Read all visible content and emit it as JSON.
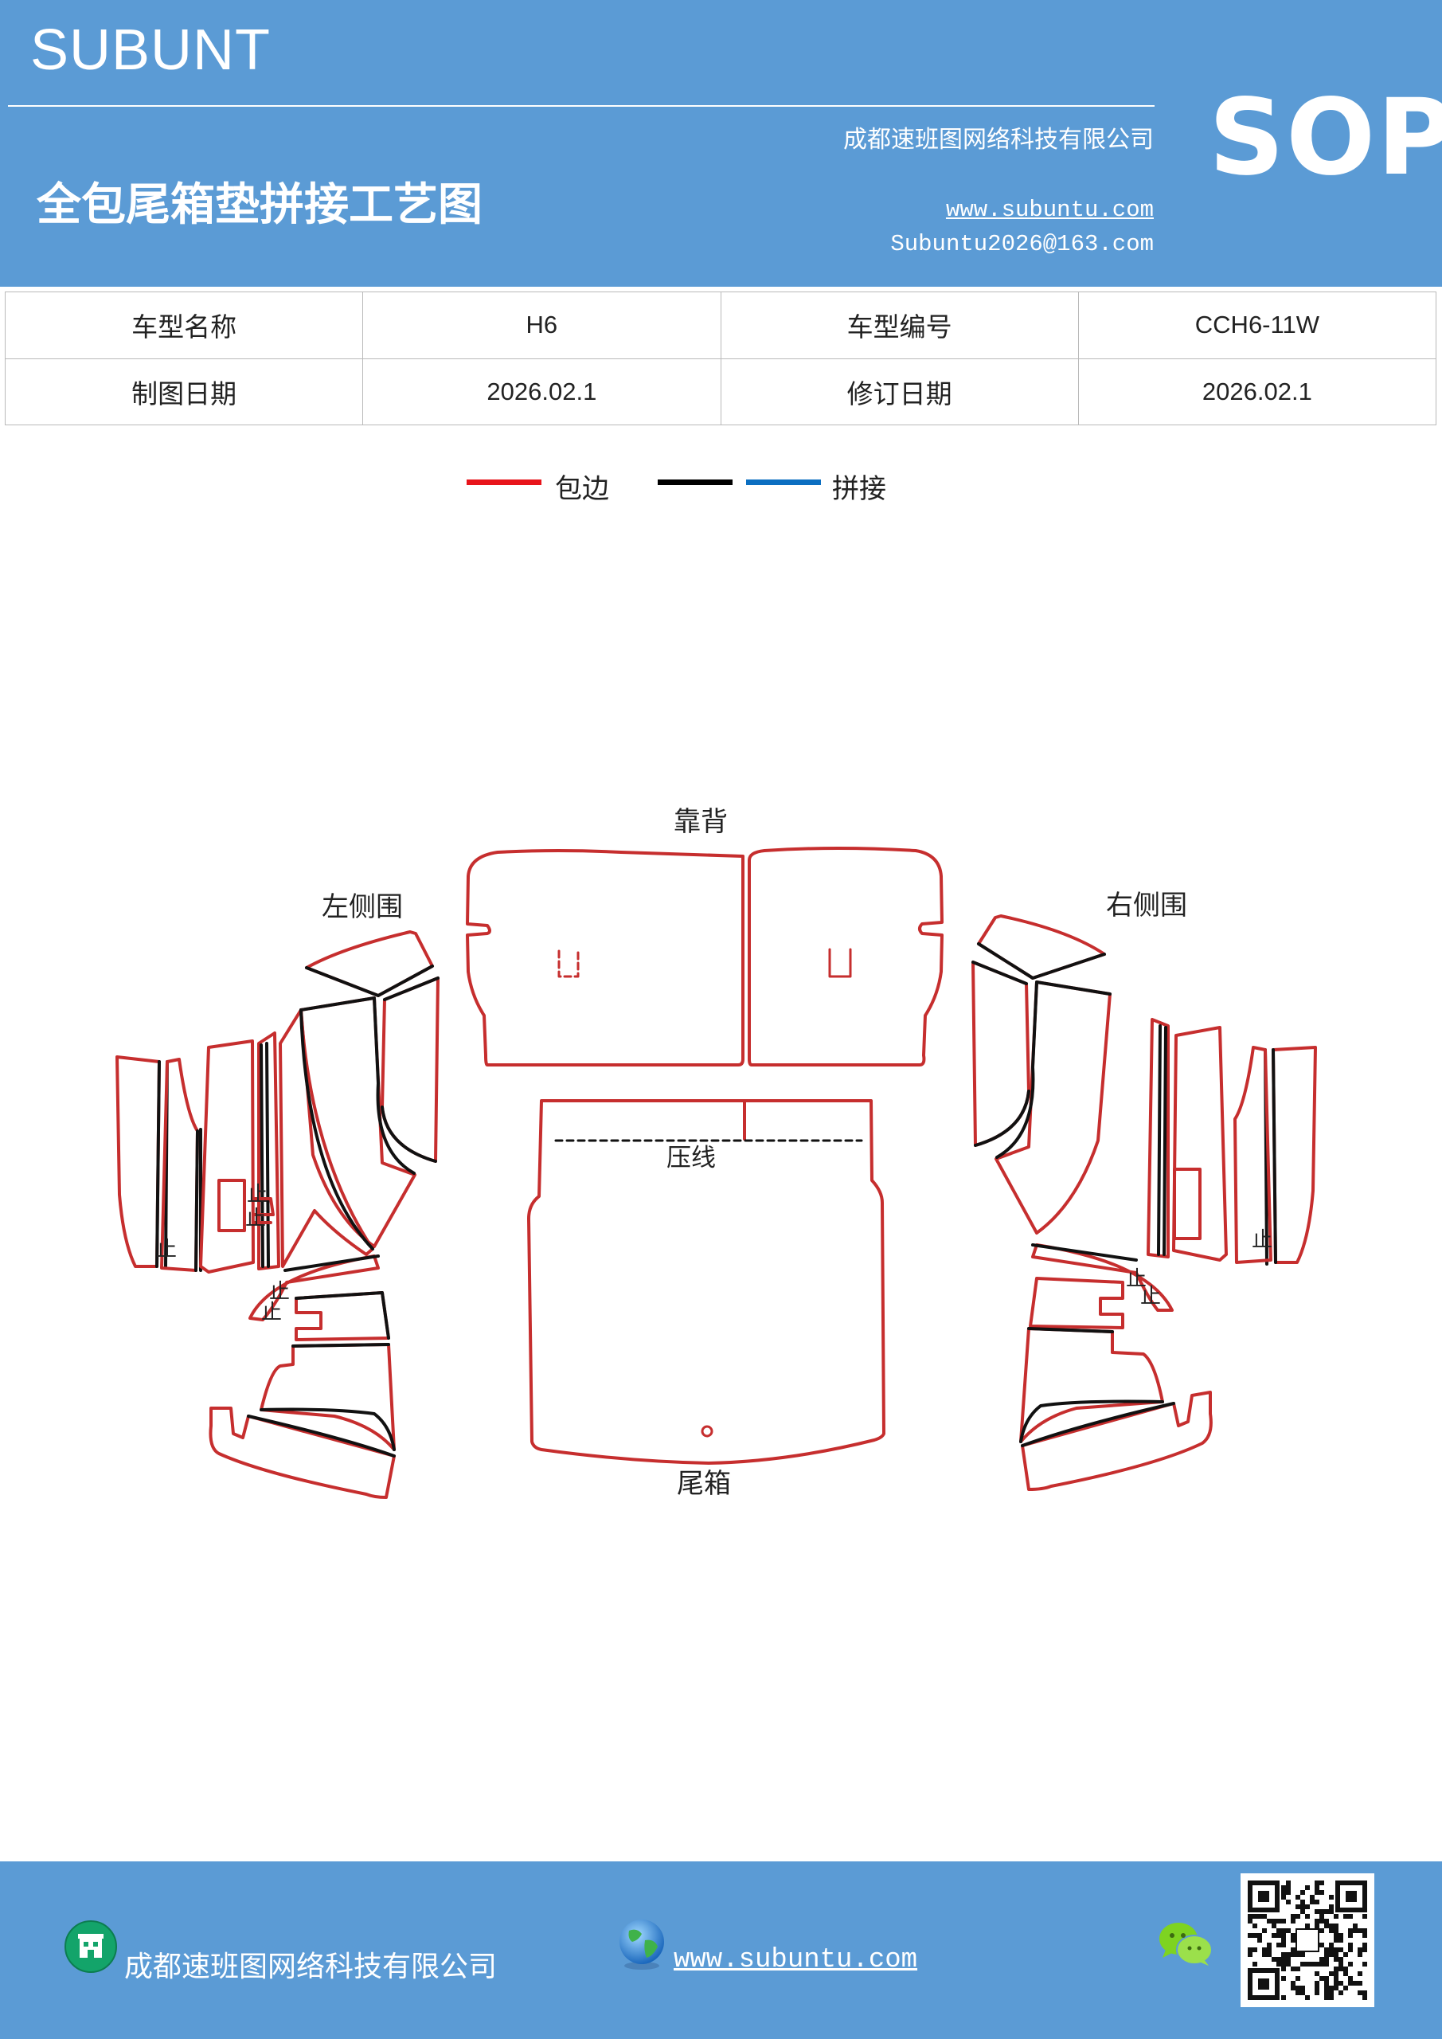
{
  "header": {
    "brand": "SUBUNT",
    "company": "成都速班图网络科技有限公司",
    "badge": "SOP",
    "title": "全包尾箱垫拼接工艺图",
    "website": "www.subuntu.com",
    "email": "Subuntu2026@163.com"
  },
  "info_table": {
    "rows": [
      {
        "label1": "车型名称",
        "value1": "H6",
        "label2": "车型编号",
        "value2": "CCH6-11W"
      },
      {
        "label1": "制图日期",
        "value1": "2026.02.1",
        "label2": "修订日期",
        "value2": "2026.02.1"
      }
    ]
  },
  "legend": {
    "binding_label": "包边",
    "joint_label": "拼接",
    "colors": {
      "binding": "#e8141b",
      "black": "#000000",
      "joint": "#0c6fc1"
    }
  },
  "diagram": {
    "label_back": "靠背",
    "label_left": "左侧围",
    "label_right": "右侧围",
    "label_crease": "压线",
    "label_trunk": "尾箱",
    "stop_mark": "止",
    "colors": {
      "outline": "#c62e2e",
      "joint": "#111111"
    }
  },
  "footer": {
    "company": "成都速班图网络科技有限公司",
    "website": "www.subuntu.com"
  }
}
